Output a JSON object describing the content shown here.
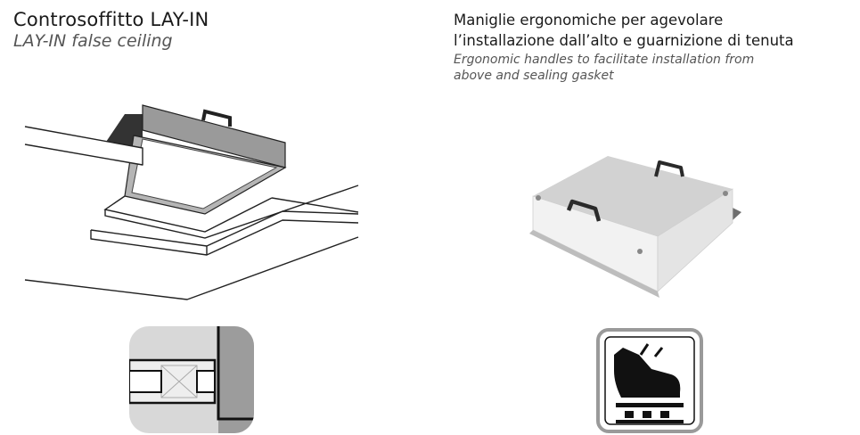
{
  "left": {
    "title": "Controsoffitto LAY-IN",
    "subtitle": "LAY-IN false ceiling"
  },
  "right": {
    "line1": "Maniglie ergonomiche per agevolare",
    "line2": "l’installazione dall’alto e guarnizione di tenuta",
    "en_line1": "Ergonomic handles to facilitate installation from",
    "en_line2": "above and sealing gasket"
  },
  "icons": {
    "ceiling_section": "ceiling-section-icon",
    "step_on": "step-on-icon"
  }
}
